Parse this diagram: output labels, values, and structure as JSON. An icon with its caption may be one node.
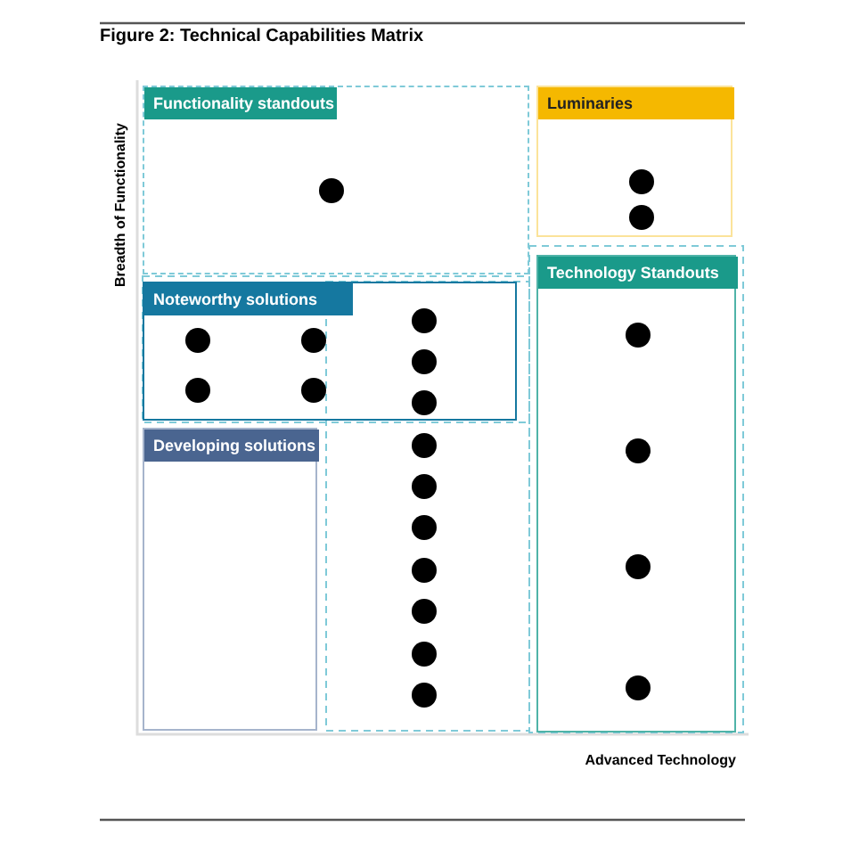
{
  "diagram": {
    "title": "Figure 2: Technical Capabilities Matrix",
    "nodes": [
      {
        "text": [
          "Functionality standouts"
        ]
      },
      {
        "text": [
          "Luminaries"
        ]
      },
      {
        "text": [
          "Technology Standouts"
        ]
      },
      {
        "text": [
          "Noteworthy solutions"
        ]
      },
      {
        "text": [
          "Developing solutions"
        ]
      }
    ],
    "labels": [
      "Breadth of Functionality",
      "Advanced Technology"
    ]
  }
}
